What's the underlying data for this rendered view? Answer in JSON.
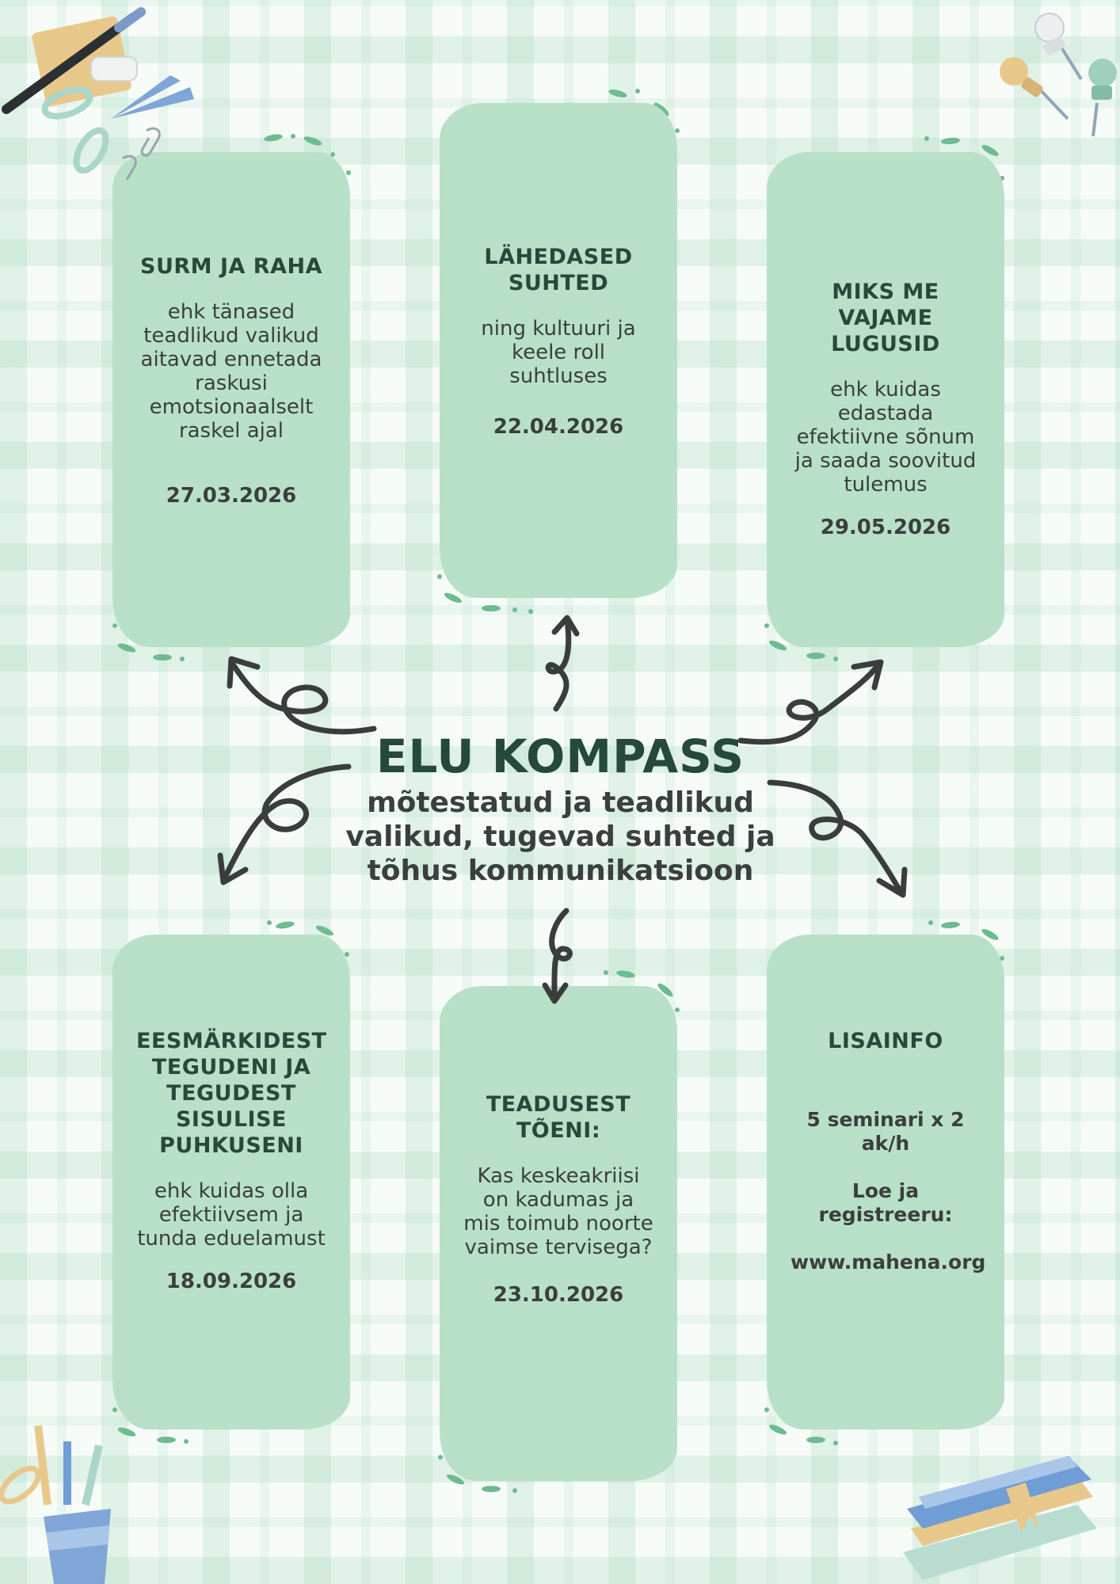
{
  "poster": {
    "title": "ELU KOMPASS",
    "subtitle": "mõtestatud ja teadlikud valikud, tugevad suhted ja tõhus kommunikatsioon"
  },
  "cards": [
    {
      "title": "SURM JA RAHA",
      "description": "ehk tänased teadlikud valikud aitavad ennetada raskusi emotsionaalselt raskel ajal",
      "date": "27.03.2026"
    },
    {
      "title": "LÄHEDASED SUHTED",
      "description": "ning kultuuri ja keele roll suhtluses",
      "date": "22.04.2026"
    },
    {
      "title": "MIKS ME VAJAME LUGUSID",
      "description": "ehk kuidas edastada efektiivne sõnum ja saada soovitud tulemus",
      "date": "29.05.2026"
    },
    {
      "title": "EESMÄRKIDEST TEGUDENI JA TEGUDEST SISULISE PUHKUSENI",
      "description": "ehk kuidas olla efektiivsem ja tunda eduelamust",
      "date": "18.09.2026"
    },
    {
      "title": "TEADUSEST TÕENI:",
      "description": "Kas keskeakriisi on kadumas ja mis toimub noorte vaimse tervisega?",
      "date": "23.10.2026"
    }
  ],
  "info": {
    "title": "LISAINFO",
    "seminars": "5 seminari x 2 ak/h",
    "register": "Loe ja registreeru:",
    "url": "www.mahena.org"
  },
  "colors": {
    "card": "#b8e0c9",
    "title_green": "#25493a",
    "arrow": "#3b3d3c",
    "accent_dots": "#6dbb8f"
  },
  "decorations": [
    "pencil-icon",
    "scissors-icon",
    "paperclip-icon",
    "push-pin-icon",
    "pencil-cup-icon",
    "books-icon"
  ]
}
